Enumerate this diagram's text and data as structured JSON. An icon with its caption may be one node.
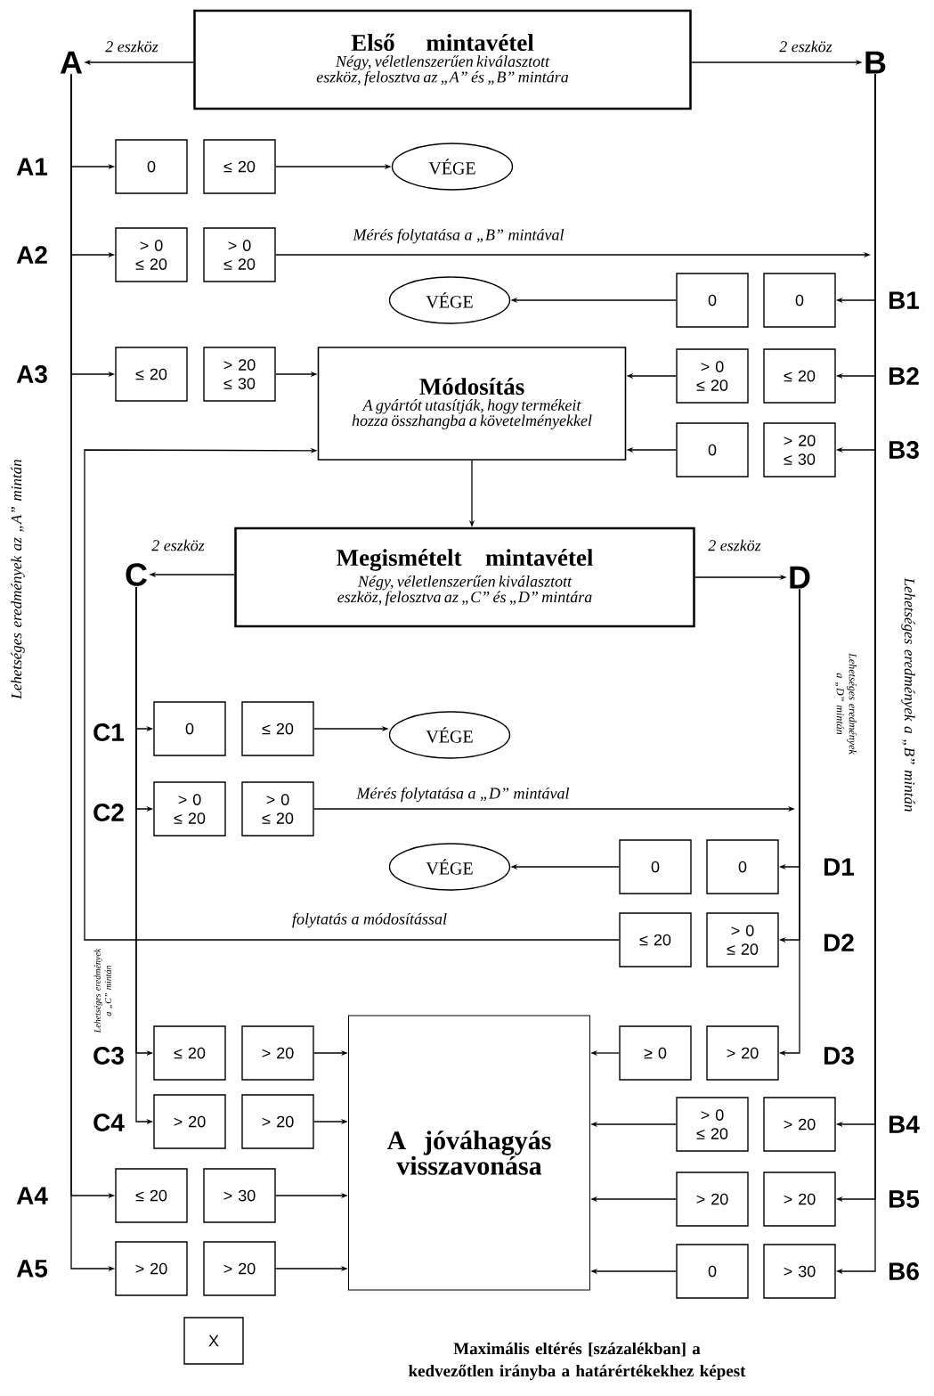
{
  "diagram": {
    "nodes": [
      {
        "text": [
          "Első mintavétel",
          "Négy, véletlenszerűen kiválasztott eszköz, felosztva az „A” és „B” mintára"
        ]
      },
      {
        "text": [
          "A"
        ]
      },
      {
        "text": [
          "B"
        ]
      },
      {
        "text": [
          "0"
        ]
      },
      {
        "text": [
          "≤ 20"
        ]
      },
      {
        "text": [
          "VÉGE"
        ]
      },
      {
        "text": [
          "> 0 ≤ 20"
        ]
      },
      {
        "text": [
          "> 0 ≤ 20"
        ]
      },
      {
        "text": [
          "0"
        ]
      },
      {
        "text": [
          "0"
        ]
      },
      {
        "text": [
          "VÉGE"
        ]
      },
      {
        "text": [
          "≤ 20"
        ]
      },
      {
        "text": [
          "> 20 ≤ 30"
        ]
      },
      {
        "text": [
          "Módosítás",
          "A gyártót utasítják, hogy termékeit hozza összhangba a követelményekkel"
        ]
      },
      {
        "text": [
          "> 0 ≤ 20"
        ]
      },
      {
        "text": [
          "≤ 20"
        ]
      },
      {
        "text": [
          "0"
        ]
      },
      {
        "text": [
          "> 20 ≤ 30"
        ]
      },
      {
        "text": [
          "Megismételt mintavétel",
          "Négy, véletlenszerűen kiválasztott eszköz, felosztva az „C” és „D” mintára"
        ]
      },
      {
        "text": [
          "C"
        ]
      },
      {
        "text": [
          "D"
        ]
      },
      {
        "text": [
          "0"
        ]
      },
      {
        "text": [
          "≤ 20"
        ]
      },
      {
        "text": [
          "VÉGE"
        ]
      },
      {
        "text": [
          "> 0 ≤ 20"
        ]
      },
      {
        "text": [
          "> 0 ≤ 20"
        ]
      },
      {
        "text": [
          "0"
        ]
      },
      {
        "text": [
          "0"
        ]
      },
      {
        "text": [
          "VÉGE"
        ]
      },
      {
        "text": [
          "≤ 20"
        ]
      },
      {
        "text": [
          "> 0 ≤ 20"
        ]
      },
      {
        "text": [
          "≤ 20"
        ]
      },
      {
        "text": [
          "> 20"
        ]
      },
      {
        "text": [
          "A jóváhagyás visszavonása"
        ]
      },
      {
        "text": [
          "≥ 0"
        ]
      },
      {
        "text": [
          "> 20"
        ]
      },
      {
        "text": [
          "> 20"
        ]
      },
      {
        "text": [
          "> 20"
        ]
      },
      {
        "text": [
          "> 0 ≤ 20"
        ]
      },
      {
        "text": [
          "> 20"
        ]
      },
      {
        "text": [
          "≤ 20"
        ]
      },
      {
        "text": [
          "> 30"
        ]
      },
      {
        "text": [
          "> 20"
        ]
      },
      {
        "text": [
          "> 20"
        ]
      },
      {
        "text": [
          "> 20"
        ]
      },
      {
        "text": [
          "> 20"
        ]
      },
      {
        "text": [
          "0"
        ]
      },
      {
        "text": [
          "> 30"
        ]
      },
      {
        "text": [
          "X"
        ]
      }
    ],
    "edges": [
      {
        "from": 0,
        "to": 1,
        "arrow": "to",
        "label": "2 eszköz"
      },
      {
        "from": 0,
        "to": 2,
        "arrow": "to",
        "label": "2 eszköz"
      },
      {
        "from": 1,
        "to": 3,
        "arrow": "to"
      },
      {
        "from": 4,
        "to": 5,
        "arrow": "to"
      },
      {
        "from": 1,
        "to": 6,
        "arrow": "to"
      },
      {
        "from": 7,
        "to": null,
        "arrow": "to",
        "label": "Mérés folytatása a „B” mintával"
      },
      {
        "from": 2,
        "to": 9,
        "arrow": "to"
      },
      {
        "from": 8,
        "to": 10,
        "arrow": "to"
      },
      {
        "from": 1,
        "to": 11,
        "arrow": "to"
      },
      {
        "from": 12,
        "to": 13,
        "arrow": "to"
      },
      {
        "from": 2,
        "to": 15,
        "arrow": "to"
      },
      {
        "from": 14,
        "to": 13,
        "arrow": "to"
      },
      {
        "from": 2,
        "to": 17,
        "arrow": "to"
      },
      {
        "from": 16,
        "to": 13,
        "arrow": "to"
      },
      {
        "from": 29,
        "to": 13,
        "arrow": "to",
        "label": "folytatás a módosítással"
      },
      {
        "from": 13,
        "to": 18,
        "arrow": "to"
      },
      {
        "from": 18,
        "to": 19,
        "arrow": "to",
        "label": "2 eszköz"
      },
      {
        "from": 18,
        "to": 20,
        "arrow": "to",
        "label": "2 eszköz"
      },
      {
        "from": 19,
        "to": 21,
        "arrow": "to"
      },
      {
        "from": 22,
        "to": 23,
        "arrow": "to"
      },
      {
        "from": 19,
        "to": 24,
        "arrow": "to"
      },
      {
        "from": 25,
        "to": null,
        "arrow": "to",
        "label": "Mérés folytatása a „D”  mintával"
      },
      {
        "from": 20,
        "to": 27,
        "arrow": "to"
      },
      {
        "from": 26,
        "to": 28,
        "arrow": "to"
      },
      {
        "from": 20,
        "to": 30,
        "arrow": "to"
      },
      {
        "from": 19,
        "to": 31,
        "arrow": "to"
      },
      {
        "from": 32,
        "to": 33,
        "arrow": "to"
      },
      {
        "from": 20,
        "to": 35,
        "arrow": "to"
      },
      {
        "from": 34,
        "to": 33,
        "arrow": "to"
      },
      {
        "from": 19,
        "to": 36,
        "arrow": "to"
      },
      {
        "from": 37,
        "to": 33,
        "arrow": "to"
      },
      {
        "from": 2,
        "to": 39,
        "arrow": "to"
      },
      {
        "from": 38,
        "to": 33,
        "arrow": "to"
      },
      {
        "from": 1,
        "to": 40,
        "arrow": "to"
      },
      {
        "from": 41,
        "to": 33,
        "arrow": "to"
      },
      {
        "from": 2,
        "to": 43,
        "arrow": "to"
      },
      {
        "from": 42,
        "to": 33,
        "arrow": "to"
      },
      {
        "from": 1,
        "to": 44,
        "arrow": "to"
      },
      {
        "from": 45,
        "to": 33,
        "arrow": "to"
      },
      {
        "from": 2,
        "to": 47,
        "arrow": "to"
      },
      {
        "from": 46,
        "to": 33,
        "arrow": "to"
      }
    ],
    "labels": [
      "A1",
      "A2",
      "B1",
      "A3",
      "B2",
      "B3",
      "C1",
      "C2",
      "D1",
      "D2",
      "C3",
      "D3",
      "C4",
      "B4",
      "A4",
      "B5",
      "A5",
      "B6",
      "Lehetséges eredmények az „A” mintán",
      "Lehetséges eredmények a „B” mintán",
      "Lehetséges eredmények a „D” mintán",
      "Lehetséges eredmények a „C” mintán",
      "Maximális eltérés [százalékban] a kedvezőtlen irányba a határértékekhez képest"
    ]
  }
}
